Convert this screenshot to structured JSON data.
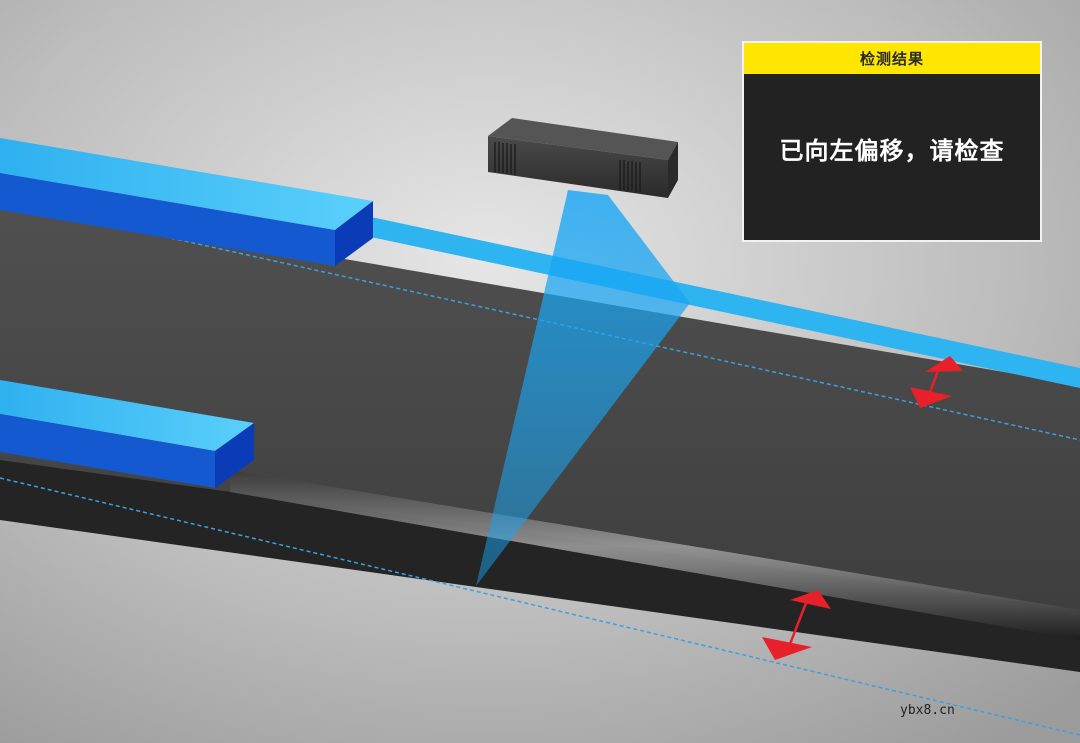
{
  "result_panel": {
    "title": "检测结果",
    "message": "已向左偏移，请检查",
    "header_color": "#ffe600",
    "body_color": "#222222"
  },
  "watermark": "ybx8.cn",
  "scene": {
    "objects": [
      "conveyor-belt",
      "upper-guide-rail",
      "lower-guide-rail",
      "laser-sensor",
      "laser-beam",
      "upper-offset-arrow",
      "lower-offset-arrow",
      "upper-reference-line",
      "lower-reference-line"
    ],
    "colors": {
      "background": "#b4b4b4",
      "belt": "#4a4a4a",
      "rail_top": "#4cc4f5",
      "rail_side": "#1459d0",
      "rail_end": "#0a3cb8",
      "beam": "#1aa3f0",
      "arrow": "#e8202a",
      "dashed_line": "#3aa0e0"
    }
  }
}
